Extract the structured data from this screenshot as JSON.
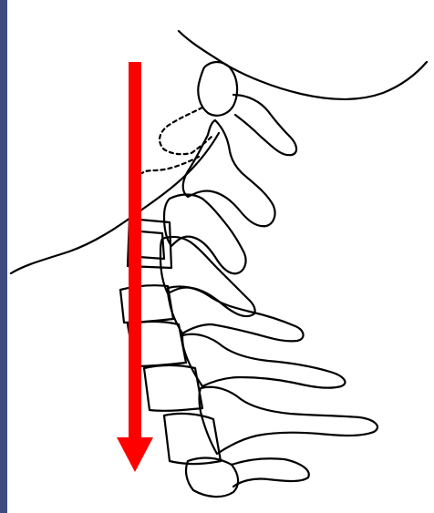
{
  "figure": {
    "subject": "cervical-spine-lateral-line-drawing",
    "colors": {
      "background_frame": "#3f4c80",
      "panel": "#ffffff",
      "line_art": "#000000",
      "arrow": "#ff0000"
    },
    "annotations": [
      {
        "type": "arrow",
        "direction": "down",
        "color": "#ff0000",
        "meaning": "axial-compression"
      }
    ]
  }
}
